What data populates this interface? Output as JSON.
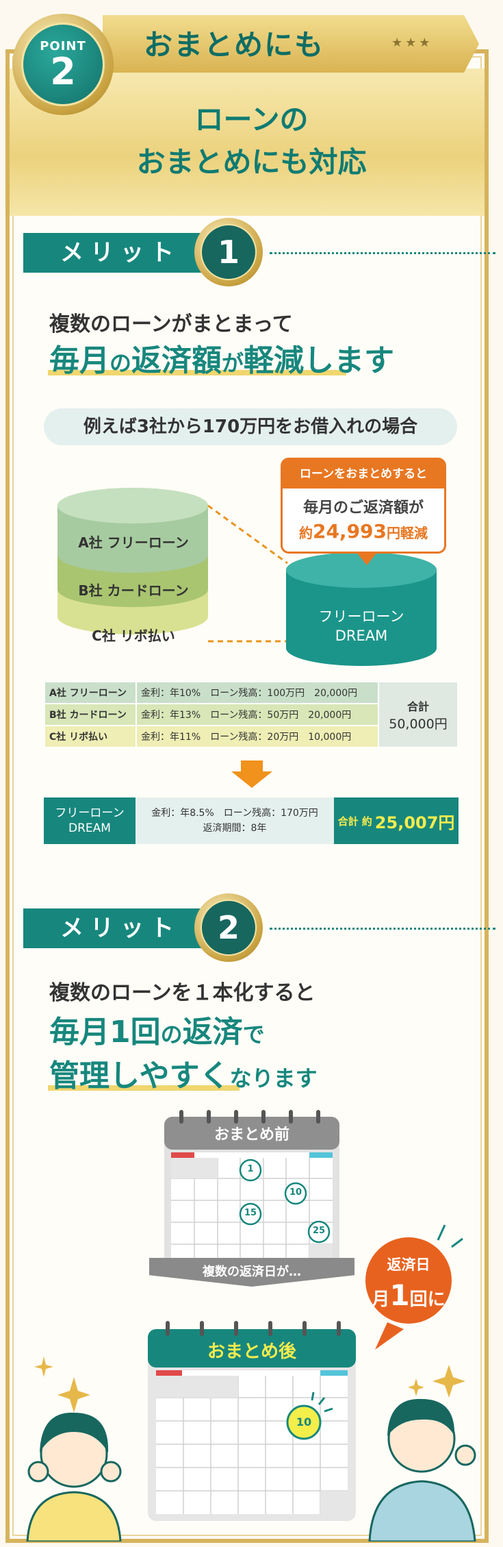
{
  "badge": {
    "label": "POINT",
    "number": "2"
  },
  "ribbon": {
    "text": "おまとめにも",
    "stars": "★★★"
  },
  "title": {
    "line1": "ローンの",
    "line2": "おまとめにも対応"
  },
  "merit1": {
    "label": "メリット",
    "number": "1",
    "sub": "複数のローンがまとまって",
    "big_parts": [
      "毎月",
      "の",
      "返済額",
      "が",
      "軽減します"
    ],
    "example": "例えば3社から170万円をお借入れの場合",
    "callout": {
      "head": "ローンをおまとめすると",
      "line1": "毎月のご返済額が",
      "line2_prefix": "約",
      "line2_amount": "24,993",
      "line2_suffix": "円軽減"
    },
    "cylinders": [
      "A社 フリーローン",
      "B社 カードローン",
      "C社 リボ払い"
    ],
    "dream_cylinder": {
      "line1": "フリーローン",
      "line2": "DREAM"
    },
    "table": {
      "rows": [
        {
          "name": "A社 フリーローン",
          "rate": "金利：年10%",
          "balance": "ローン残高：100万円",
          "monthly": "20,000円"
        },
        {
          "name": "B社 カードローン",
          "rate": "金利：年13%",
          "balance": "ローン残高：50万円",
          "monthly": "20,000円"
        },
        {
          "name": "C社 リボ払い",
          "rate": "金利：年11%",
          "balance": "ローン残高：20万円",
          "monthly": "10,000円"
        }
      ],
      "total_label": "合計",
      "total_value": "50,000円"
    },
    "dream_row": {
      "name1": "フリーローン",
      "name2": "DREAM",
      "detail1": "金利：年8.5%　ローン残高：170万円",
      "detail2": "返済期間：8年",
      "total_label": "合計 約",
      "total_value": "25,007円"
    }
  },
  "merit2": {
    "label": "メリット",
    "number": "2",
    "sub": "複数のローンを１本化すると",
    "line2_parts": [
      "毎月1回",
      "の",
      "返済",
      "で"
    ],
    "line3_parts": [
      "管理しやすく",
      "なります"
    ],
    "cal_before": "おまとめ前",
    "cal_before_days": [
      "1",
      "10",
      "15",
      "25"
    ],
    "banner": "複数の返済日が…",
    "cal_after": "おまとめ後",
    "cal_after_day": "10",
    "bubble": {
      "line1": "返済日",
      "pre": "月",
      "num": "1",
      "post": "回に"
    }
  },
  "colors": {
    "teal": "#17877d",
    "gold": "#d6b35c",
    "orange": "#e87722"
  }
}
